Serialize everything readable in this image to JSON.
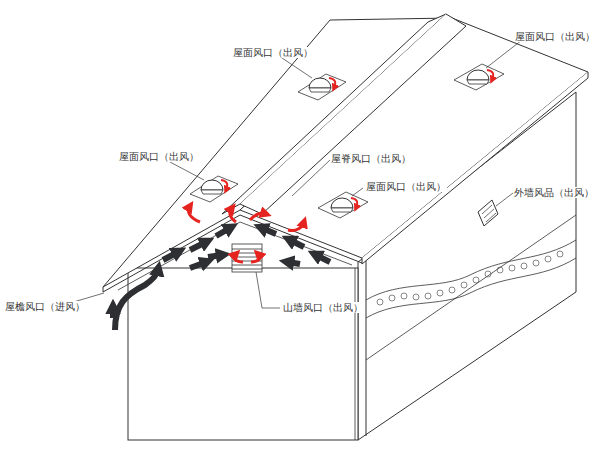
{
  "diagram": {
    "labels": [
      "屋面风口（出风）",
      "屋面风口（出风）",
      "屋面风口（出风）",
      "屋脊风口（出风）",
      "屋面风口（出风）",
      "外墙风品（出风）",
      "屋檐风口（进风）",
      "山墙风口（出风）"
    ]
  }
}
